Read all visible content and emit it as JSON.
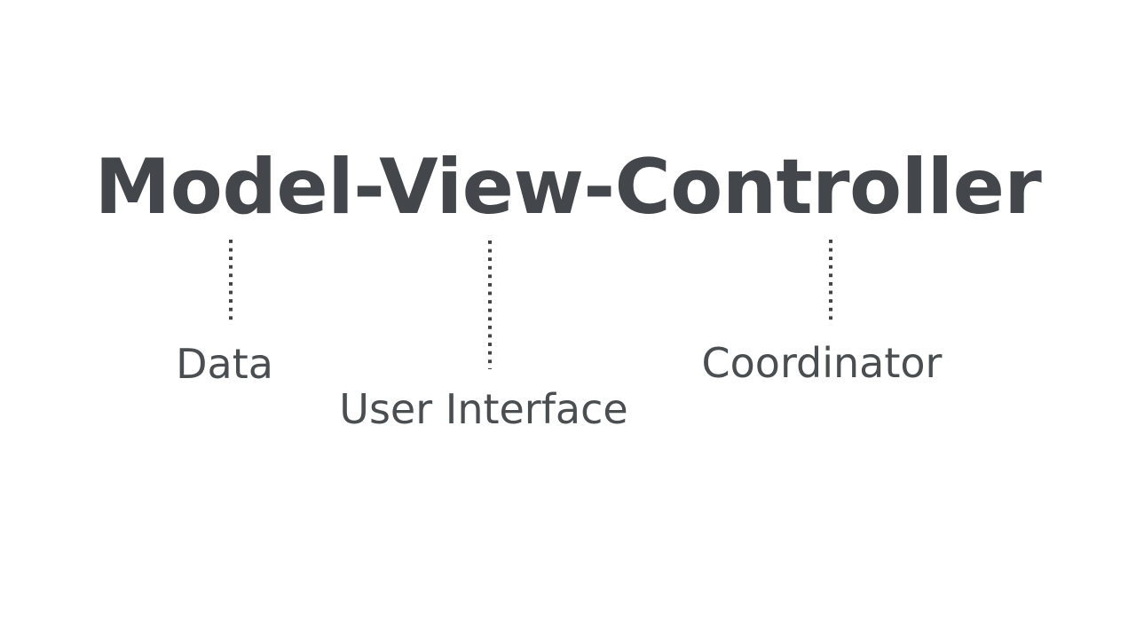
{
  "slide": {
    "background_color": "#ffffff",
    "title": "Model-View-Controller",
    "title_color": "#43464a",
    "label_color": "#4b4e51",
    "connector_color": "#414347",
    "parts": [
      {
        "term": "Model",
        "label": "Data",
        "connector": "dotted-vertical-line"
      },
      {
        "term": "View",
        "label": "User Interface",
        "connector": "dotted-vertical-line"
      },
      {
        "term": "Controller",
        "label": "Coordinator",
        "connector": "dotted-vertical-line"
      }
    ]
  }
}
